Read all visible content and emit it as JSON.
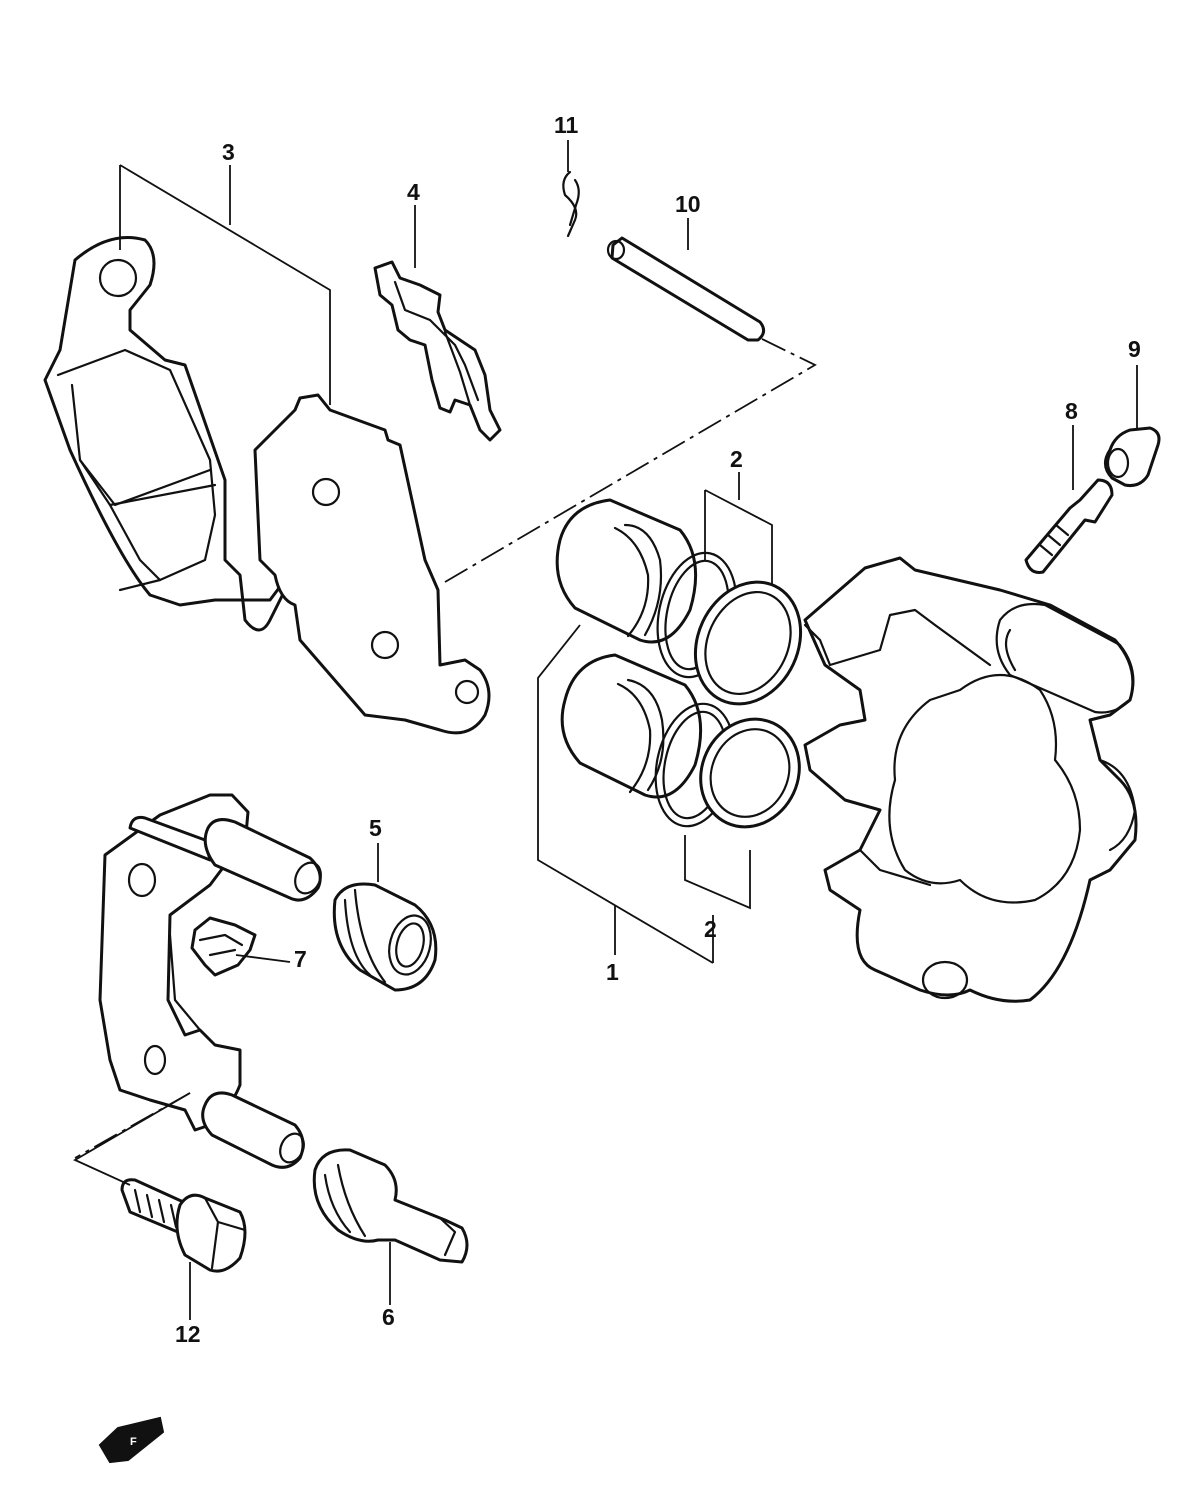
{
  "callouts": {
    "c1": "1",
    "c2a": "2",
    "c2b": "2",
    "c3": "3",
    "c4": "4",
    "c5": "5",
    "c6": "6",
    "c7": "7",
    "c8": "8",
    "c9": "9",
    "c10": "10",
    "c11": "11",
    "c12": "12"
  },
  "direction_arrow": {
    "icon": "front-arrow-icon",
    "text": "F"
  }
}
